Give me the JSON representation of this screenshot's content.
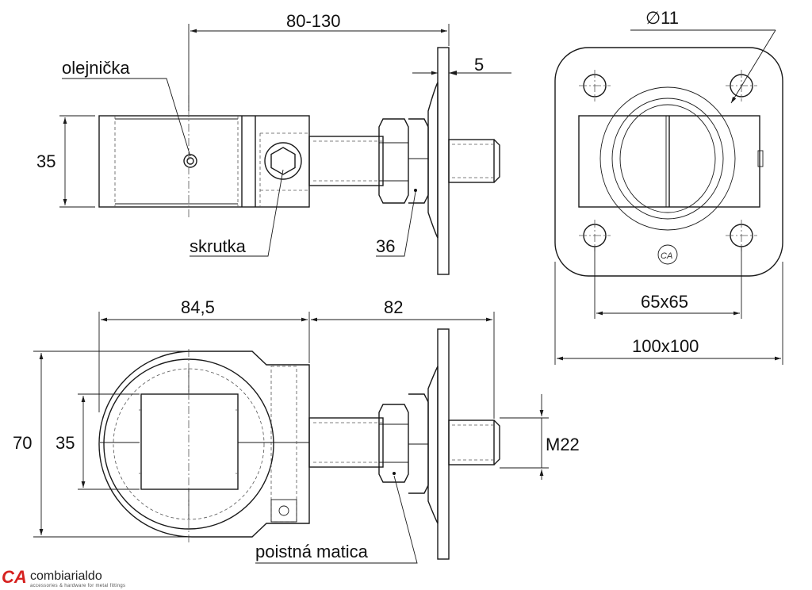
{
  "dimensions": {
    "top_length": "80-130",
    "plate_thickness": "5",
    "hole_diameter": "∅11",
    "side_height": "35",
    "nut_size": "36",
    "body_length": "84,5",
    "bolt_length": "82",
    "overall_height": "70",
    "bore_height": "35",
    "thread": "M22",
    "hole_spacing": "65x65",
    "plate_size": "100x100"
  },
  "labels": {
    "oiler": "olejnička",
    "screw": "skrutka",
    "lock_nut": "poistná matica"
  },
  "brand": {
    "mark": "CA",
    "name": "combiarialdo",
    "tagline": "accessories & hardware for metal fittings",
    "color": "#d6211f"
  }
}
